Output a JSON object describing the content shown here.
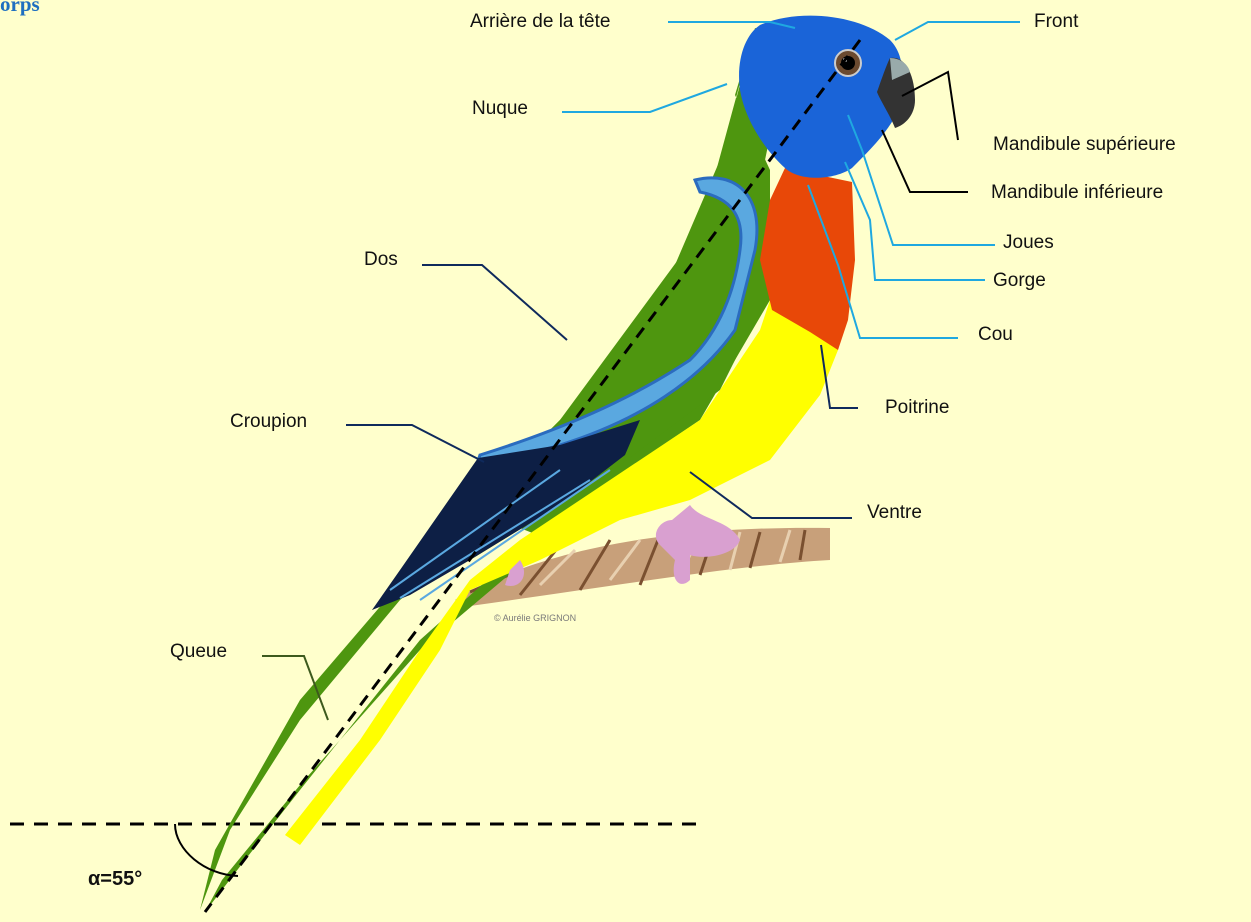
{
  "heading": "orps",
  "credit": "© Aurélie GRIGNON",
  "angle_label": "α=55°",
  "labels": {
    "arriere_tete": "Arrière de la tête",
    "front": "Front",
    "nuque": "Nuque",
    "mandibule_superieure": "Mandibule supérieure",
    "mandibule_inferieure": "Mandibule inférieure",
    "joues": "Joues",
    "gorge": "Gorge",
    "dos": "Dos",
    "cou": "Cou",
    "poitrine": "Poitrine",
    "croupion": "Croupion",
    "ventre": "Ventre",
    "queue": "Queue"
  },
  "colors": {
    "background": "#ffffcc",
    "green": "#4e960f",
    "yellow": "#ffff00",
    "blue_head": "#1a64d8",
    "orange_neck": "#e84808",
    "light_blue": "#5aa8e0",
    "dark_wing": "#0d1f45",
    "leader_cyan": "#1fa8e0",
    "leader_navy": "#0f2a5c"
  }
}
